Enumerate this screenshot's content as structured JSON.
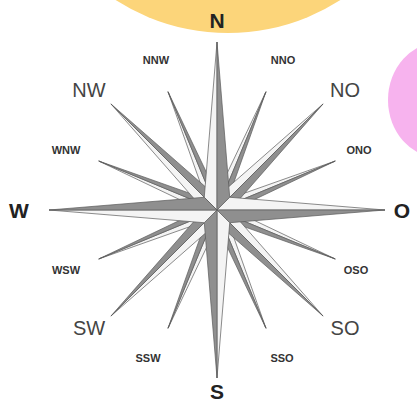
{
  "diagram": {
    "labels": [
      "N",
      "NNW",
      "NNO",
      "NW",
      "NO",
      "WNW",
      "ONO",
      "W",
      "O",
      "WSW",
      "OSO",
      "SW",
      "SO",
      "SSW",
      "SSO",
      "S"
    ]
  }
}
